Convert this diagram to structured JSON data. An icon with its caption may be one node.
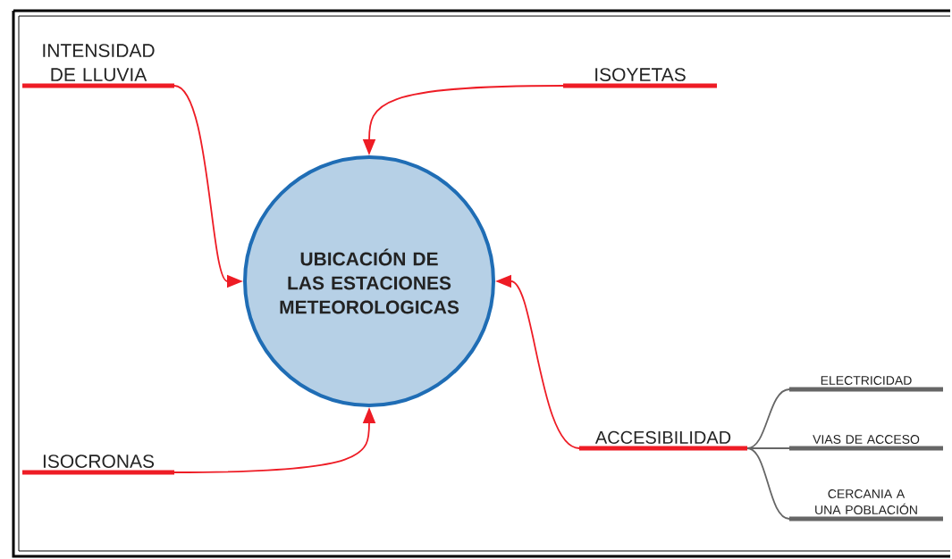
{
  "diagram": {
    "nodes": [
      {
        "text": [
          "UBICACIÓN DE LAS ESTACIONES METEOROLOGICAS"
        ]
      },
      {
        "text": [
          "INTENSIDAD DE LLUVIA"
        ]
      },
      {
        "text": [
          "ISOYETAS"
        ]
      },
      {
        "text": [
          "ISOCRONAS"
        ]
      },
      {
        "text": [
          "ACCESIBILIDAD"
        ]
      },
      {
        "text": [
          "ELECTRICIDAD"
        ]
      },
      {
        "text": [
          "VIAS DE ACCESO"
        ]
      },
      {
        "text": [
          "CERCANIA A UNA POBLACIÓN"
        ]
      }
    ],
    "edges": [
      {
        "from": 1,
        "to": 0,
        "arrow": "to"
      },
      {
        "from": 2,
        "to": 0,
        "arrow": "to"
      },
      {
        "from": 3,
        "to": 0,
        "arrow": "to"
      },
      {
        "from": 4,
        "to": 0,
        "arrow": "to"
      },
      {
        "from": 4,
        "to": 5,
        "arrow": "none",
        "color": "#666666"
      },
      {
        "from": 4,
        "to": 6,
        "arrow": "none",
        "color": "#666666"
      },
      {
        "from": 4,
        "to": 7,
        "arrow": "none",
        "color": "#666666"
      }
    ]
  }
}
